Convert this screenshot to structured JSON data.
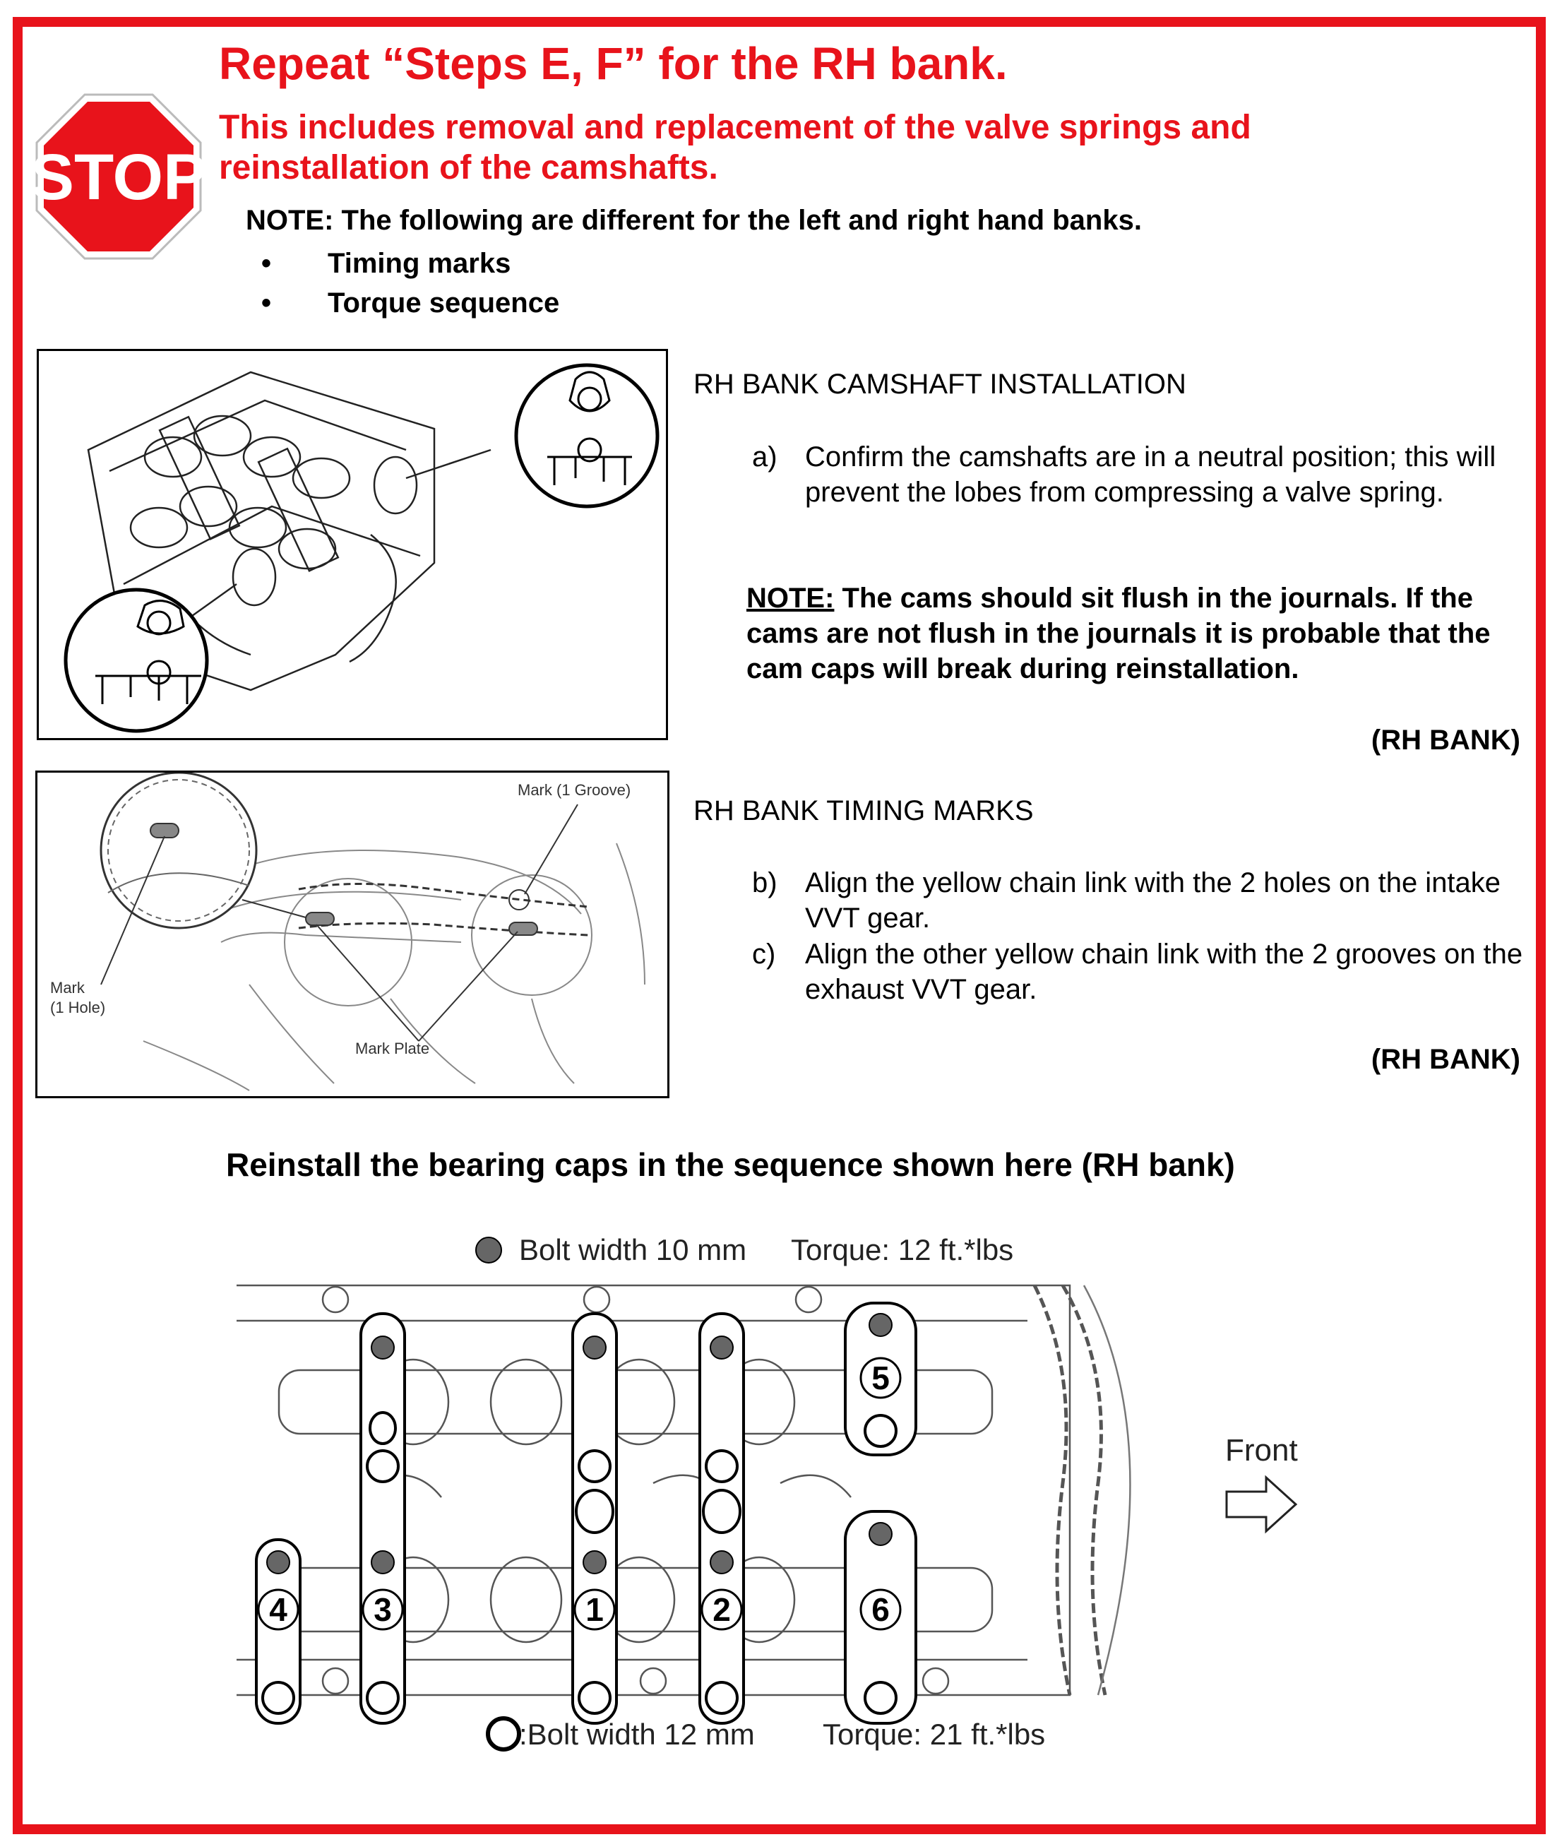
{
  "header": {
    "title": "Repeat “Steps E, F” for the RH bank.",
    "subtitle": "This includes removal and replacement of the valve springs and reinstallation of the camshafts.",
    "stop_sign": "STOP"
  },
  "note": {
    "text": "NOTE: The following are different for the left and right hand banks.",
    "bullets": [
      "Timing marks",
      "Torque sequence"
    ]
  },
  "section1": {
    "title": "RH BANK CAMSHAFT INSTALLATION",
    "step_label": "a)",
    "step_text": "Confirm the camshafts are in a neutral position; this will prevent the lobes from compressing a valve spring.",
    "note_label": "NOTE:",
    "note_text": " The cams should sit flush in the journals.  If the cams are not flush in the journals it is probable that the cam caps will break during reinstallation.",
    "bank_tag": "(RH BANK)"
  },
  "section2": {
    "title": "RH BANK TIMING MARKS",
    "steps": [
      {
        "label": "b)",
        "text": "Align the yellow chain link with the 2 holes on the intake VVT gear."
      },
      {
        "label": "c)",
        "text": "Align the other yellow chain link with the 2 grooves on the exhaust VVT gear."
      }
    ],
    "bank_tag": "(RH BANK)",
    "figure_labels": {
      "groove": "Mark (1 Groove)",
      "hole_1": "Mark",
      "hole_2": "(1 Hole)",
      "plate": "Mark Plate"
    }
  },
  "section3": {
    "caption": "Reinstall the bearing caps in the sequence shown here (RH bank)",
    "legend_top_bolt": "Bolt width 10 mm",
    "legend_top_torque": "Torque: 12 ft.*lbs",
    "legend_bottom_bolt": ":Bolt width 12 mm",
    "legend_bottom_torque": "Torque: 21 ft.*lbs",
    "front_label": "Front",
    "sequence": [
      "1",
      "2",
      "3",
      "4",
      "5",
      "6"
    ]
  },
  "colors": {
    "accent": "#e8131b"
  }
}
